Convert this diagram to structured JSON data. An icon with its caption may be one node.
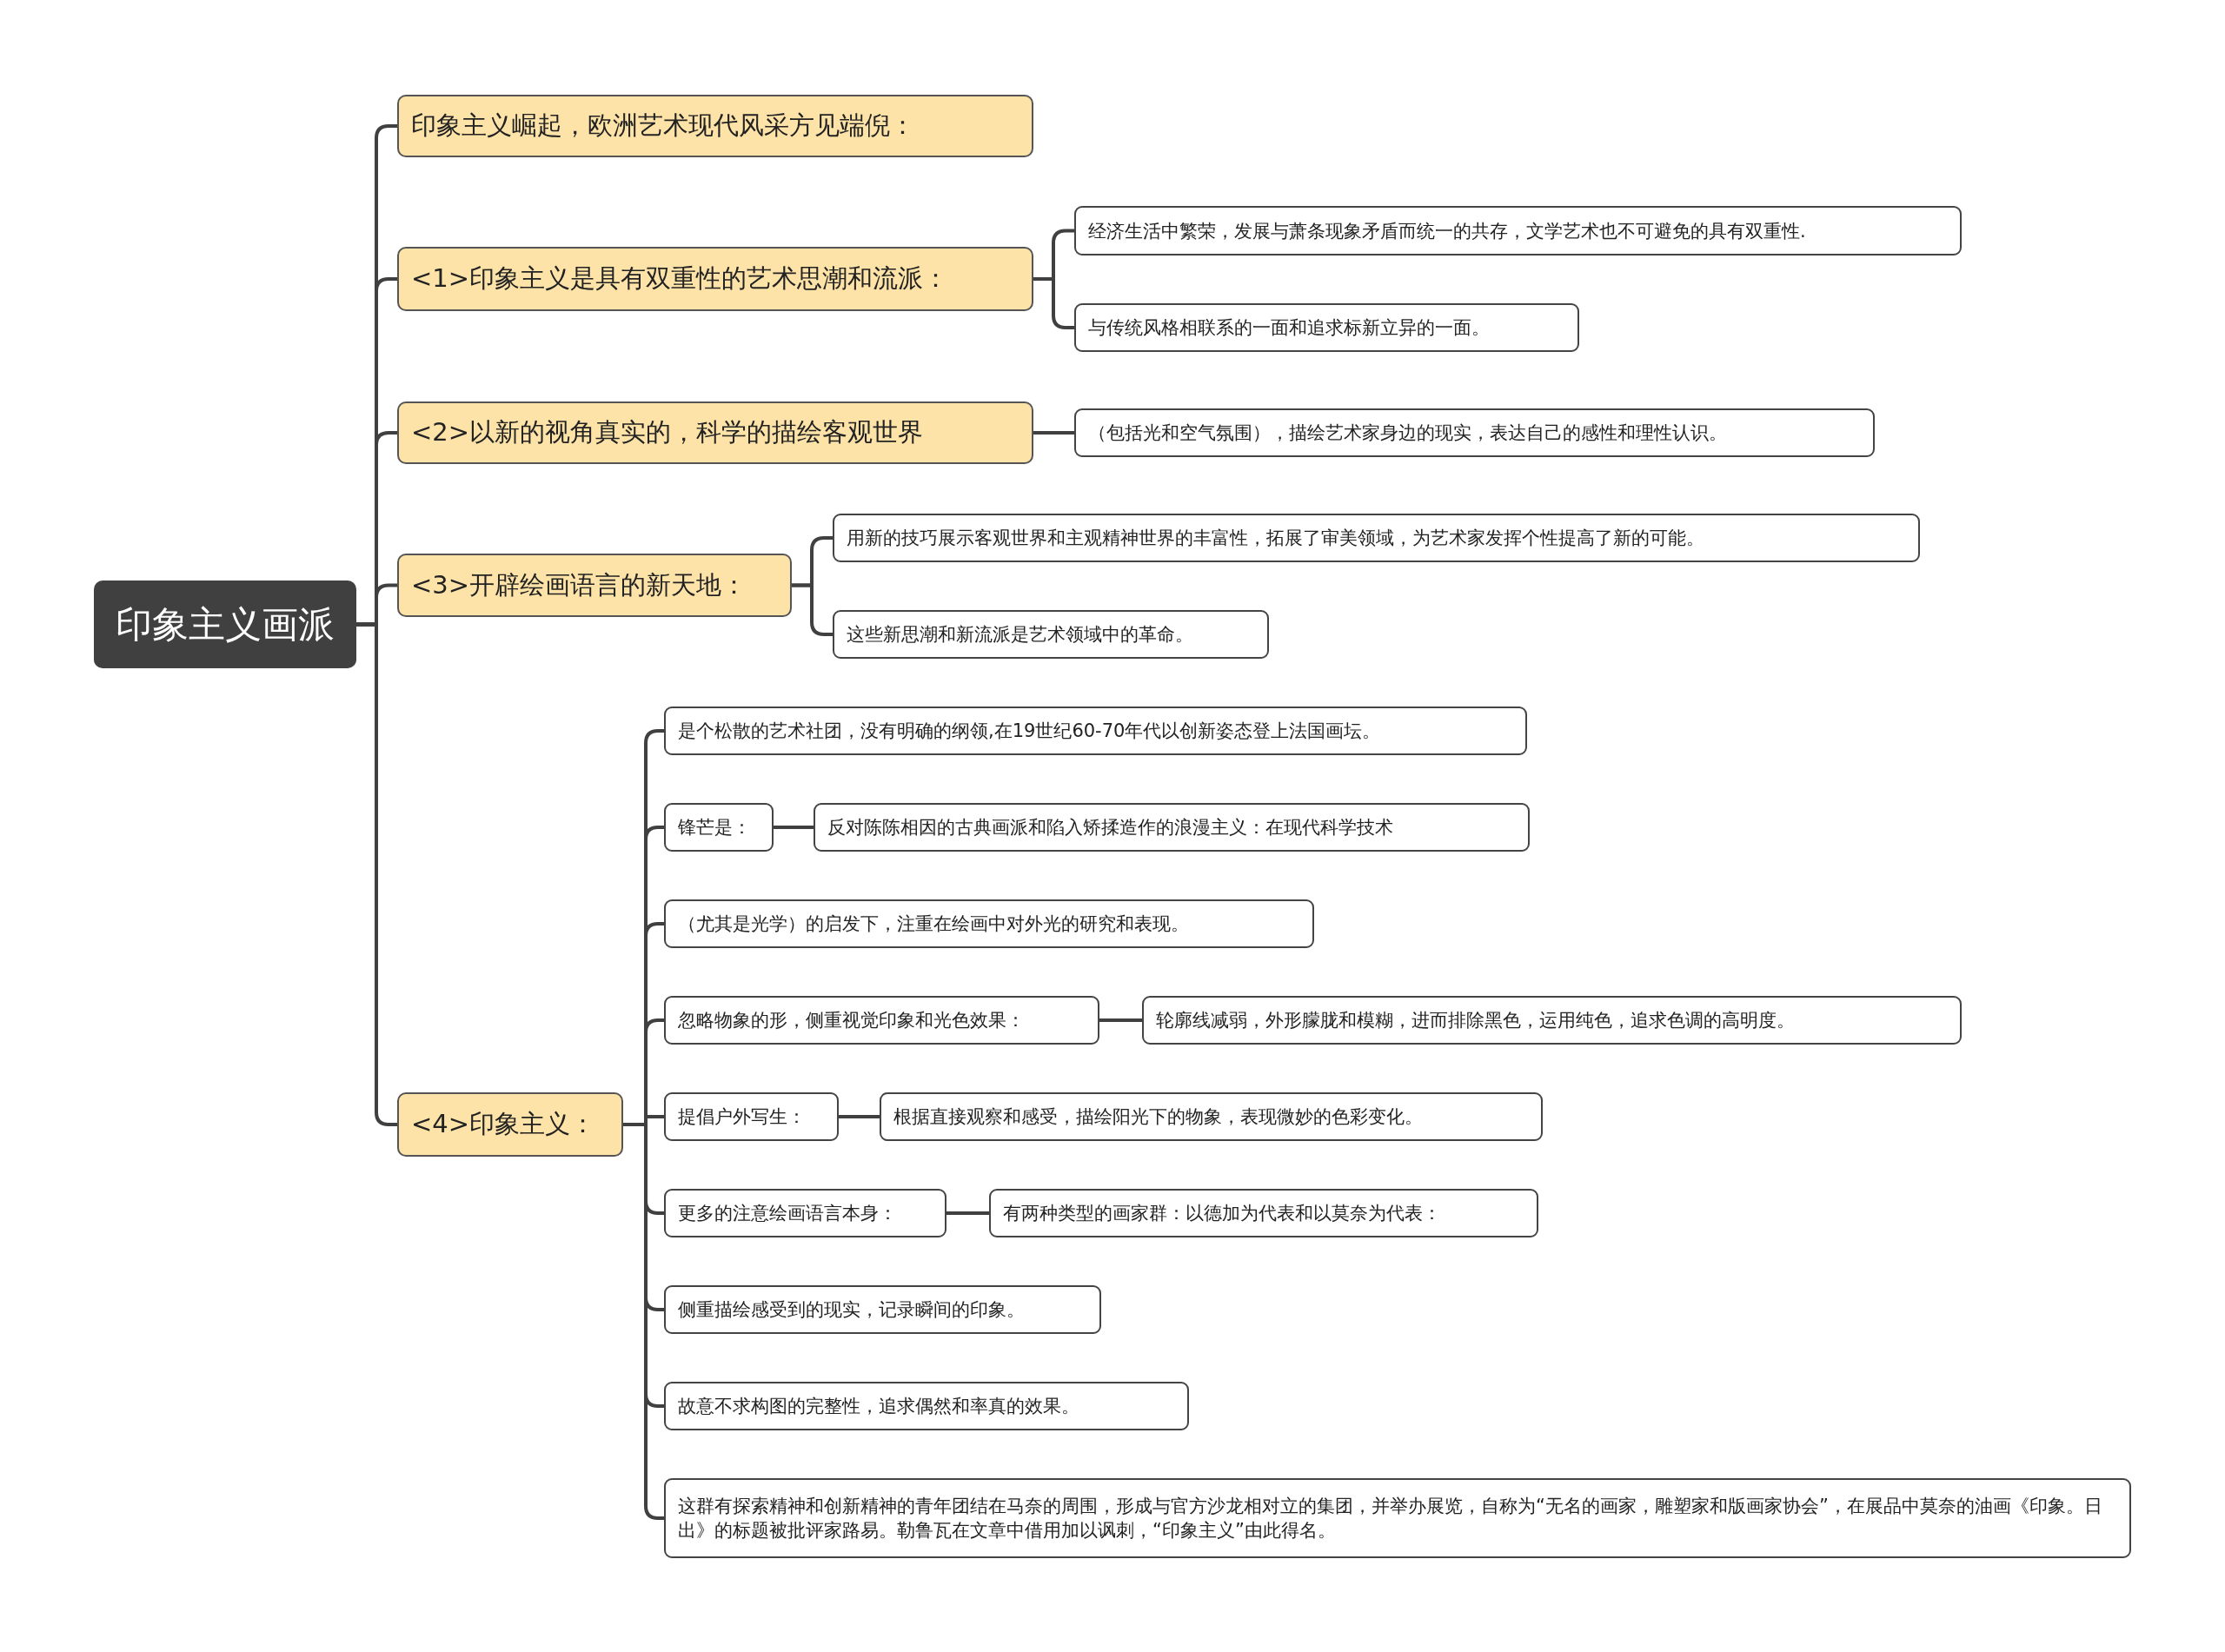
{
  "diagram": {
    "nodes": [
      {
        "text": [
          "印象主义画派"
        ]
      },
      {
        "text": [
          "印象主义崛起，欧洲艺术现代风采方见端倪："
        ]
      },
      {
        "text": [
          "<1>印象主义是具有双重性的艺术思潮和流派："
        ]
      },
      {
        "text": [
          "经济生活中繁荣，发展与萧条现象矛盾而统一的共存，文学艺术也不可避免的具有双重性."
        ]
      },
      {
        "text": [
          "与传统风格相联系的一面和追求标新立异的一面。"
        ]
      },
      {
        "text": [
          "<2>以新的视角真实的，科学的描绘客观世界"
        ]
      },
      {
        "text": [
          "（包括光和空气氛围），描绘艺术家身边的现实，表达自己的感性和理性认识。"
        ]
      },
      {
        "text": [
          "<3>开辟绘画语言的新天地："
        ]
      },
      {
        "text": [
          "用新的技巧展示客观世界和主观精神世界的丰富性，拓展了审美领域，为艺术家发挥个性提高了新的可能。"
        ]
      },
      {
        "text": [
          "这些新思潮和新流派是艺术领域中的革命。"
        ]
      },
      {
        "text": [
          "<4>印象主义："
        ]
      },
      {
        "text": [
          "是个松散的艺术社团，没有明确的纲领,在19世纪60-70年代以创新姿态登上法国画坛。"
        ]
      },
      {
        "text": [
          "锋芒是："
        ]
      },
      {
        "text": [
          "反对陈陈相因的古典画派和陷入矫揉造作的浪漫主义：在现代科学技术"
        ]
      },
      {
        "text": [
          "（尤其是光学）的启发下，注重在绘画中对外光的研究和表现。"
        ]
      },
      {
        "text": [
          "忽略物象的形，侧重视觉印象和光色效果："
        ]
      },
      {
        "text": [
          "轮廓线减弱，外形朦胧和模糊，进而排除黑色，运用纯色，追求色调的高明度。"
        ]
      },
      {
        "text": [
          "提倡户外写生："
        ]
      },
      {
        "text": [
          "根据直接观察和感受，描绘阳光下的物象，表现微妙的色彩变化。"
        ]
      },
      {
        "text": [
          "更多的注意绘画语言本身："
        ]
      },
      {
        "text": [
          "有两种类型的画家群：以德加为代表和以莫奈为代表："
        ]
      },
      {
        "text": [
          "侧重描绘感受到的现实，记录瞬间的印象。"
        ]
      },
      {
        "text": [
          "故意不求构图的完整性，追求偶然和率真的效果。"
        ]
      },
      {
        "text": [
          "这群有探索精神和创新精神的青年团结在马奈的周围，形成与官方沙龙相对立的集团，并举办展览，自称为“无名的画家，雕塑家和版画家协会”，在展品中莫奈的油画《印象。日出》的标题被批评家路易。勒鲁瓦在文章中借用加以讽刺，“印象主义”由此得名。"
        ]
      }
    ],
    "edges": [
      {
        "from": 0,
        "to": 1,
        "arrow": "none"
      },
      {
        "from": 0,
        "to": 2,
        "arrow": "none"
      },
      {
        "from": 2,
        "to": 3,
        "arrow": "none"
      },
      {
        "from": 2,
        "to": 4,
        "arrow": "none"
      },
      {
        "from": 0,
        "to": 5,
        "arrow": "none"
      },
      {
        "from": 5,
        "to": 6,
        "arrow": "none"
      },
      {
        "from": 0,
        "to": 7,
        "arrow": "none"
      },
      {
        "from": 7,
        "to": 8,
        "arrow": "none"
      },
      {
        "from": 7,
        "to": 9,
        "arrow": "none"
      },
      {
        "from": 0,
        "to": 10,
        "arrow": "none"
      },
      {
        "from": 10,
        "to": 11,
        "arrow": "none"
      },
      {
        "from": 10,
        "to": 12,
        "arrow": "none"
      },
      {
        "from": 12,
        "to": 13,
        "arrow": "none"
      },
      {
        "from": 10,
        "to": 14,
        "arrow": "none"
      },
      {
        "from": 10,
        "to": 15,
        "arrow": "none"
      },
      {
        "from": 15,
        "to": 16,
        "arrow": "none"
      },
      {
        "from": 10,
        "to": 17,
        "arrow": "none"
      },
      {
        "from": 17,
        "to": 18,
        "arrow": "none"
      },
      {
        "from": 10,
        "to": 19,
        "arrow": "none"
      },
      {
        "from": 19,
        "to": 20,
        "arrow": "none"
      },
      {
        "from": 10,
        "to": 21,
        "arrow": "none"
      },
      {
        "from": 10,
        "to": 22,
        "arrow": "none"
      },
      {
        "from": 10,
        "to": 23,
        "arrow": "none"
      }
    ]
  }
}
